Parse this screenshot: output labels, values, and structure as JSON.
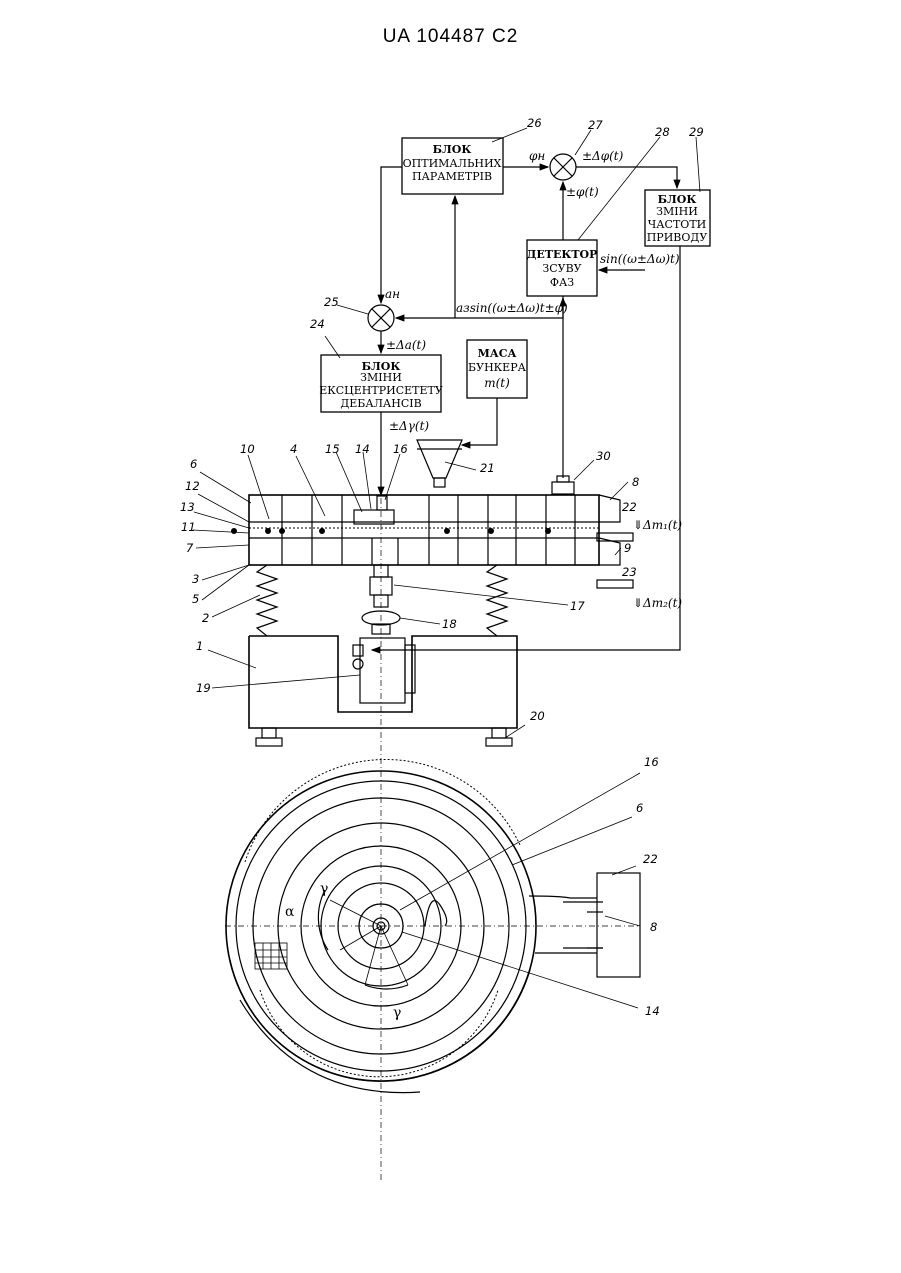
{
  "header": {
    "patent": "UA  104487  C2"
  },
  "blocks": {
    "b26": [
      "БЛОК",
      "ОПТИМАЛЬНИХ",
      "ПАРАМЕТРІВ"
    ],
    "b29": [
      "БЛОК",
      "ЗМІНИ",
      "ЧАСТОТИ",
      "ПРИВОДУ"
    ],
    "b28": [
      "ДЕТЕКТОР",
      "ЗСУВУ",
      "ФАЗ"
    ],
    "b24": [
      "БЛОК",
      "ЗМІНИ",
      "ЕКСЦЕНТРИСЕТЕТУ",
      "ДЕБАЛАНСІВ"
    ],
    "mass": [
      "МАСА",
      "БУНКЕРА",
      "m(t)"
    ]
  },
  "signals": {
    "phi_n": "φн",
    "d_phi": "±Δφ(t)",
    "phi_t": "±φ(t)",
    "sin_w": "sin((ω±Δω)t)",
    "a_n": "aн",
    "a_sin": "aзsin((ω±Δω)t±φ)",
    "d_a": "±Δa(t)",
    "d_gamma": "±Δγ(t)",
    "dm1": "⇓Δm₁(t)",
    "dm2": "⇓Δm₂(t)",
    "alpha": "α",
    "gamma": "γ"
  },
  "labels": {
    "n1": "1",
    "n2": "2",
    "n3": "3",
    "n4": "4",
    "n5": "5",
    "n6": "6",
    "n7": "7",
    "n8": "8",
    "n9": "9",
    "n10": "10",
    "n11": "11",
    "n12": "12",
    "n13": "13",
    "n14": "14",
    "n15": "15",
    "n16": "16",
    "n17": "17",
    "n18": "18",
    "n19": "19",
    "n20": "20",
    "n21": "21",
    "n22": "22",
    "n23": "23",
    "n24": "24",
    "n25": "25",
    "n26": "26",
    "n27": "27",
    "n28": "28",
    "n29": "29",
    "n30": "30",
    "b16": "16",
    "b6": "6",
    "b22": "22",
    "b8": "8",
    "b14": "14"
  }
}
